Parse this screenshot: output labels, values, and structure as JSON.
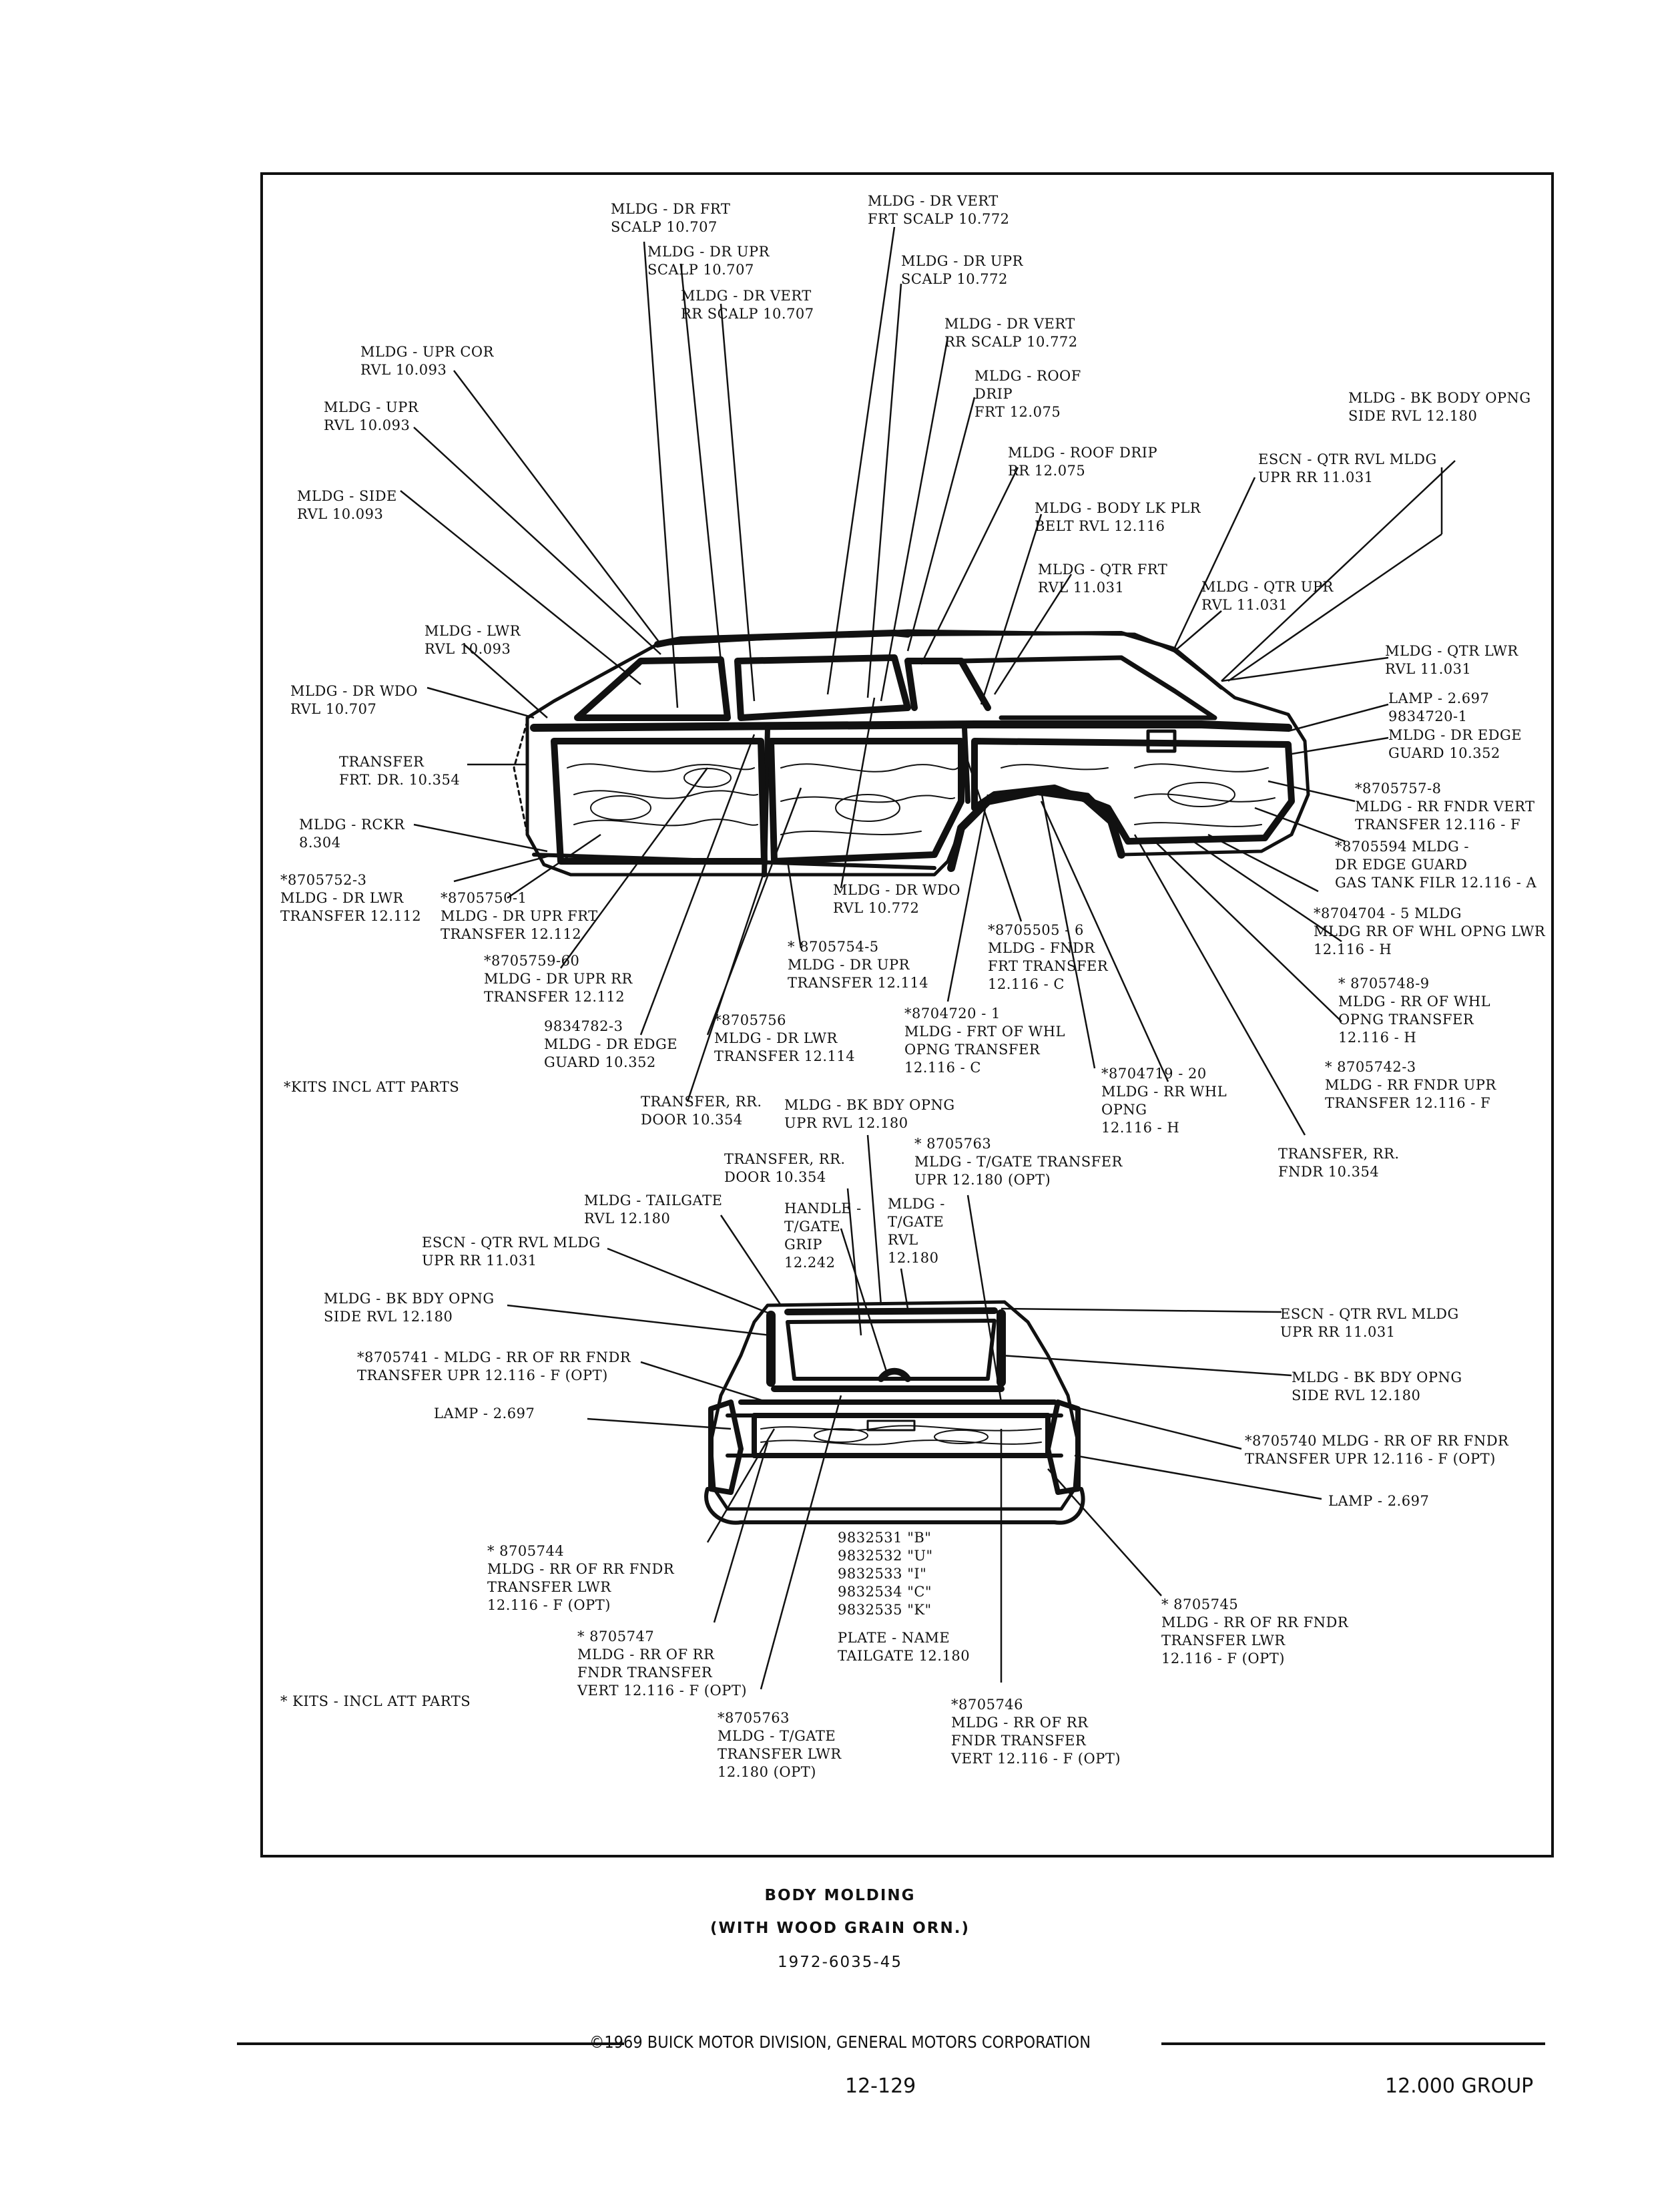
{
  "labels": [
    {
      "id": "dr-frt-scalp",
      "text": "MLDG - DR FRT\nSCALP 10.707"
    },
    {
      "id": "dr-upr-scalp",
      "text": "MLDG - DR UPR\nSCALP 10.707"
    },
    {
      "id": "dr-vert-rr-scalp",
      "text": "MLDG - DR VERT\nRR SCALP 10.707"
    },
    {
      "id": "dr-vert-frt-scalp",
      "text": "MLDG - DR VERT\nFRT SCALP 10.772"
    },
    {
      "id": "dr-upr-scalp-772",
      "text": "MLDG - DR UPR\nSCALP 10.772"
    },
    {
      "id": "dr-vert-rr-scalp-772",
      "text": "MLDG - DR VERT\nRR SCALP 10.772"
    },
    {
      "id": "roof-drip-frt",
      "text": "MLDG - ROOF\nDRIP\nFRT 12.075"
    },
    {
      "id": "roof-drip-rr",
      "text": "MLDG - ROOF DRIP\nRR 12.075"
    },
    {
      "id": "body-lk-plr",
      "text": "MLDG - BODY LK PLR\nBELT RVL 12.116"
    },
    {
      "id": "qtr-frt",
      "text": "MLDG - QTR FRT\nRVL 11.031"
    },
    {
      "id": "qtr-upr",
      "text": "MLDG - QTR UPR\nRVL 11.031"
    },
    {
      "id": "upr-cor",
      "text": "MLDG - UPR COR\nRVL 10.093"
    },
    {
      "id": "upr-rvl",
      "text": "MLDG - UPR\nRVL 10.093"
    },
    {
      "id": "side-rvl",
      "text": "MLDG - SIDE\nRVL 10.093"
    },
    {
      "id": "lwr-rvl",
      "text": "MLDG - LWR\nRVL 10.093"
    },
    {
      "id": "dr-wdo-707",
      "text": "MLDG - DR WDO\nRVL 10.707"
    },
    {
      "id": "transfer-frt-dr",
      "text": "TRANSFER\nFRT. DR. 10.354"
    },
    {
      "id": "rckr",
      "text": "MLDG - RCKR\n8.304"
    },
    {
      "id": "bk-body-opng-side",
      "text": "MLDG - BK BODY OPNG\nSIDE RVL 12.180"
    },
    {
      "id": "escn-qtr-top",
      "text": "ESCN - QTR RVL MLDG\nUPR RR 11.031"
    },
    {
      "id": "qtr-lwr",
      "text": "MLDG - QTR LWR\nRVL 11.031"
    },
    {
      "id": "lamp-top",
      "text": "LAMP - 2.697\n9834720-1"
    },
    {
      "id": "dr-edge-guard-352",
      "text": "MLDG - DR EDGE\nGUARD 10.352"
    },
    {
      "id": "8705757",
      "text": "*8705757-8\nMLDG - RR FNDR VERT\nTRANSFER 12.116 - F"
    },
    {
      "id": "8705594",
      "text": "*8705594 MLDG -\nDR EDGE GUARD\nGAS TANK FILR 12.116 - A"
    },
    {
      "id": "8704704",
      "text": "*8704704 - 5 MLDG\nMLDG RR OF WHL OPNG LWR\n12.116 - H"
    },
    {
      "id": "8705748",
      "text": "* 8705748-9\nMLDG - RR OF WHL\nOPNG TRANSFER\n12.116 - H"
    },
    {
      "id": "8705742",
      "text": "* 8705742-3\nMLDG - RR FNDR UPR\nTRANSFER 12.116 - F"
    },
    {
      "id": "transfer-rr-fndr",
      "text": "TRANSFER, RR.\nFNDR 10.354"
    },
    {
      "id": "8704719",
      "text": "*8704719 - 20\nMLDG - RR WHL\nOPNG\n12.116 - H"
    },
    {
      "id": "8705752",
      "text": "*8705752-3\nMLDG - DR LWR\nTRANSFER 12.112"
    },
    {
      "id": "8705750",
      "text": "*8705750-1\nMLDG - DR UPR FRT\nTRANSFER 12.112"
    },
    {
      "id": "8705759",
      "text": "*8705759-60\nMLDG - DR UPR RR\nTRANSFER 12.112"
    },
    {
      "id": "9834782",
      "text": "9834782-3\nMLDG - DR EDGE\nGUARD 10.352"
    },
    {
      "id": "dr-wdo-772",
      "text": "MLDG - DR WDO\nRVL 10.772"
    },
    {
      "id": "8705754",
      "text": "* 8705754-5\nMLDG - DR UPR\nTRANSFER 12.114"
    },
    {
      "id": "8705756",
      "text": "*8705756\nMLDG - DR LWR\nTRANSFER 12.114"
    },
    {
      "id": "8705505",
      "text": "*8705505 - 6\nMLDG - FNDR\nFRT TRANSFER\n12.116 - C"
    },
    {
      "id": "8704720",
      "text": "*8704720 - 1\nMLDG - FRT OF WHL\nOPNG TRANSFER\n12.116 - C"
    },
    {
      "id": "kits-top",
      "text": "*KITS INCL ATT PARTS"
    },
    {
      "id": "transfer-rr-door-a",
      "text": "TRANSFER, RR.\nDOOR 10.354"
    },
    {
      "id": "bk-bdy-opng-upr",
      "text": "MLDG - BK BDY OPNG\nUPR RVL 12.180"
    },
    {
      "id": "8705763-upr",
      "text": "* 8705763\nMLDG - T/GATE TRANSFER\nUPR 12.180 (OPT)"
    },
    {
      "id": "transfer-rr-door-b",
      "text": "TRANSFER, RR.\nDOOR 10.354"
    },
    {
      "id": "tailgate-rvl",
      "text": "MLDG - TAILGATE\nRVL 12.180"
    },
    {
      "id": "handle-grip",
      "text": "HANDLE -\nT/GATE\nGRIP\n12.242"
    },
    {
      "id": "tgate-rvl",
      "text": "MLDG -\nT/GATE\nRVL\n12.180"
    },
    {
      "id": "escn-qtr-rear-l",
      "text": "ESCN - QTR RVL MLDG\nUPR RR 11.031"
    },
    {
      "id": "bk-bdy-opng-rear-l",
      "text": "MLDG - BK BDY OPNG\nSIDE RVL 12.180"
    },
    {
      "id": "8705741",
      "text": "*8705741 - MLDG - RR OF RR FNDR\nTRANSFER UPR 12.116 - F (OPT)"
    },
    {
      "id": "lamp-rear-l",
      "text": "LAMP - 2.697"
    },
    {
      "id": "escn-qtr-rear-r",
      "text": "ESCN - QTR RVL MLDG\nUPR RR 11.031"
    },
    {
      "id": "bk-bdy-opng-rear-r",
      "text": "MLDG - BK BDY OPNG\nSIDE RVL 12.180"
    },
    {
      "id": "8705740",
      "text": "*8705740 MLDG - RR OF RR FNDR\nTRANSFER UPR 12.116 - F (OPT)"
    },
    {
      "id": "lamp-rear-r",
      "text": "LAMP - 2.697"
    },
    {
      "id": "8705744",
      "text": "* 8705744\nMLDG - RR OF RR FNDR\nTRANSFER LWR\n12.116 - F (OPT)"
    },
    {
      "id": "8705747",
      "text": "* 8705747\nMLDG - RR OF RR\nFNDR TRANSFER\nVERT 12.116 - F (OPT)"
    },
    {
      "id": "nameplate-parts",
      "text": "9832531 \"B\"\n9832532 \"U\"\n9832533 \"I\"\n9832534 \"C\"\n9832535 \"K\""
    },
    {
      "id": "plate-name",
      "text": "PLATE - NAME\nTAILGATE 12.180"
    },
    {
      "id": "8705745",
      "text": "* 8705745\nMLDG - RR OF RR FNDR\nTRANSFER LWR\n12.116 - F (OPT)"
    },
    {
      "id": "kits-bottom",
      "text": "* KITS - INCL ATT PARTS"
    },
    {
      "id": "8705763-lwr",
      "text": "*8705763\nMLDG - T/GATE\nTRANSFER LWR\n12.180 (OPT)"
    },
    {
      "id": "8705746",
      "text": "*8705746\nMLDG - RR OF RR\nFNDR TRANSFER\nVERT 12.116 - F (OPT)"
    }
  ],
  "caption": {
    "line1": "BODY MOLDING",
    "line2": "(WITH WOOD GRAIN ORN.)",
    "line3": "1972-6035-45"
  },
  "footer": {
    "copyright": "©1969 BUICK MOTOR DIVISION, GENERAL MOTORS CORPORATION",
    "page_number": "12-129",
    "group": "12.000 GROUP"
  }
}
